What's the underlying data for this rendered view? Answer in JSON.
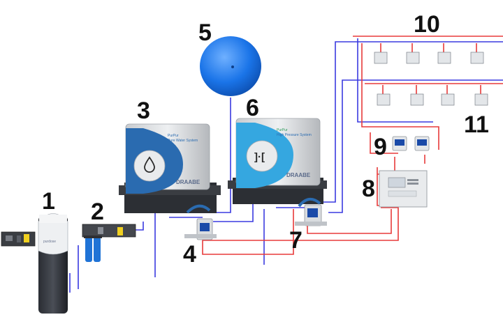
{
  "colors": {
    "hot_line": "#e83a3a",
    "cold_line": "#3a3ae0",
    "unit_blue_dark": "#2a6bb0",
    "unit_blue_light": "#35a7e0",
    "tank_blue": "#1a74e8"
  },
  "labels": {
    "n1": "1",
    "n2": "2",
    "n3": "3",
    "n4": "4",
    "n5": "5",
    "n6": "6",
    "n7": "7",
    "n8": "8",
    "n9": "9",
    "n10": "10",
    "n11": "11"
  },
  "units": {
    "unit3": {
      "brand_small": "PurPur",
      "subtitle": "Pure Water System",
      "logo": "DRAABE"
    },
    "unit6": {
      "brand_small": "PurPur",
      "subtitle": "High Pressure System",
      "logo": "DRAABE"
    }
  }
}
